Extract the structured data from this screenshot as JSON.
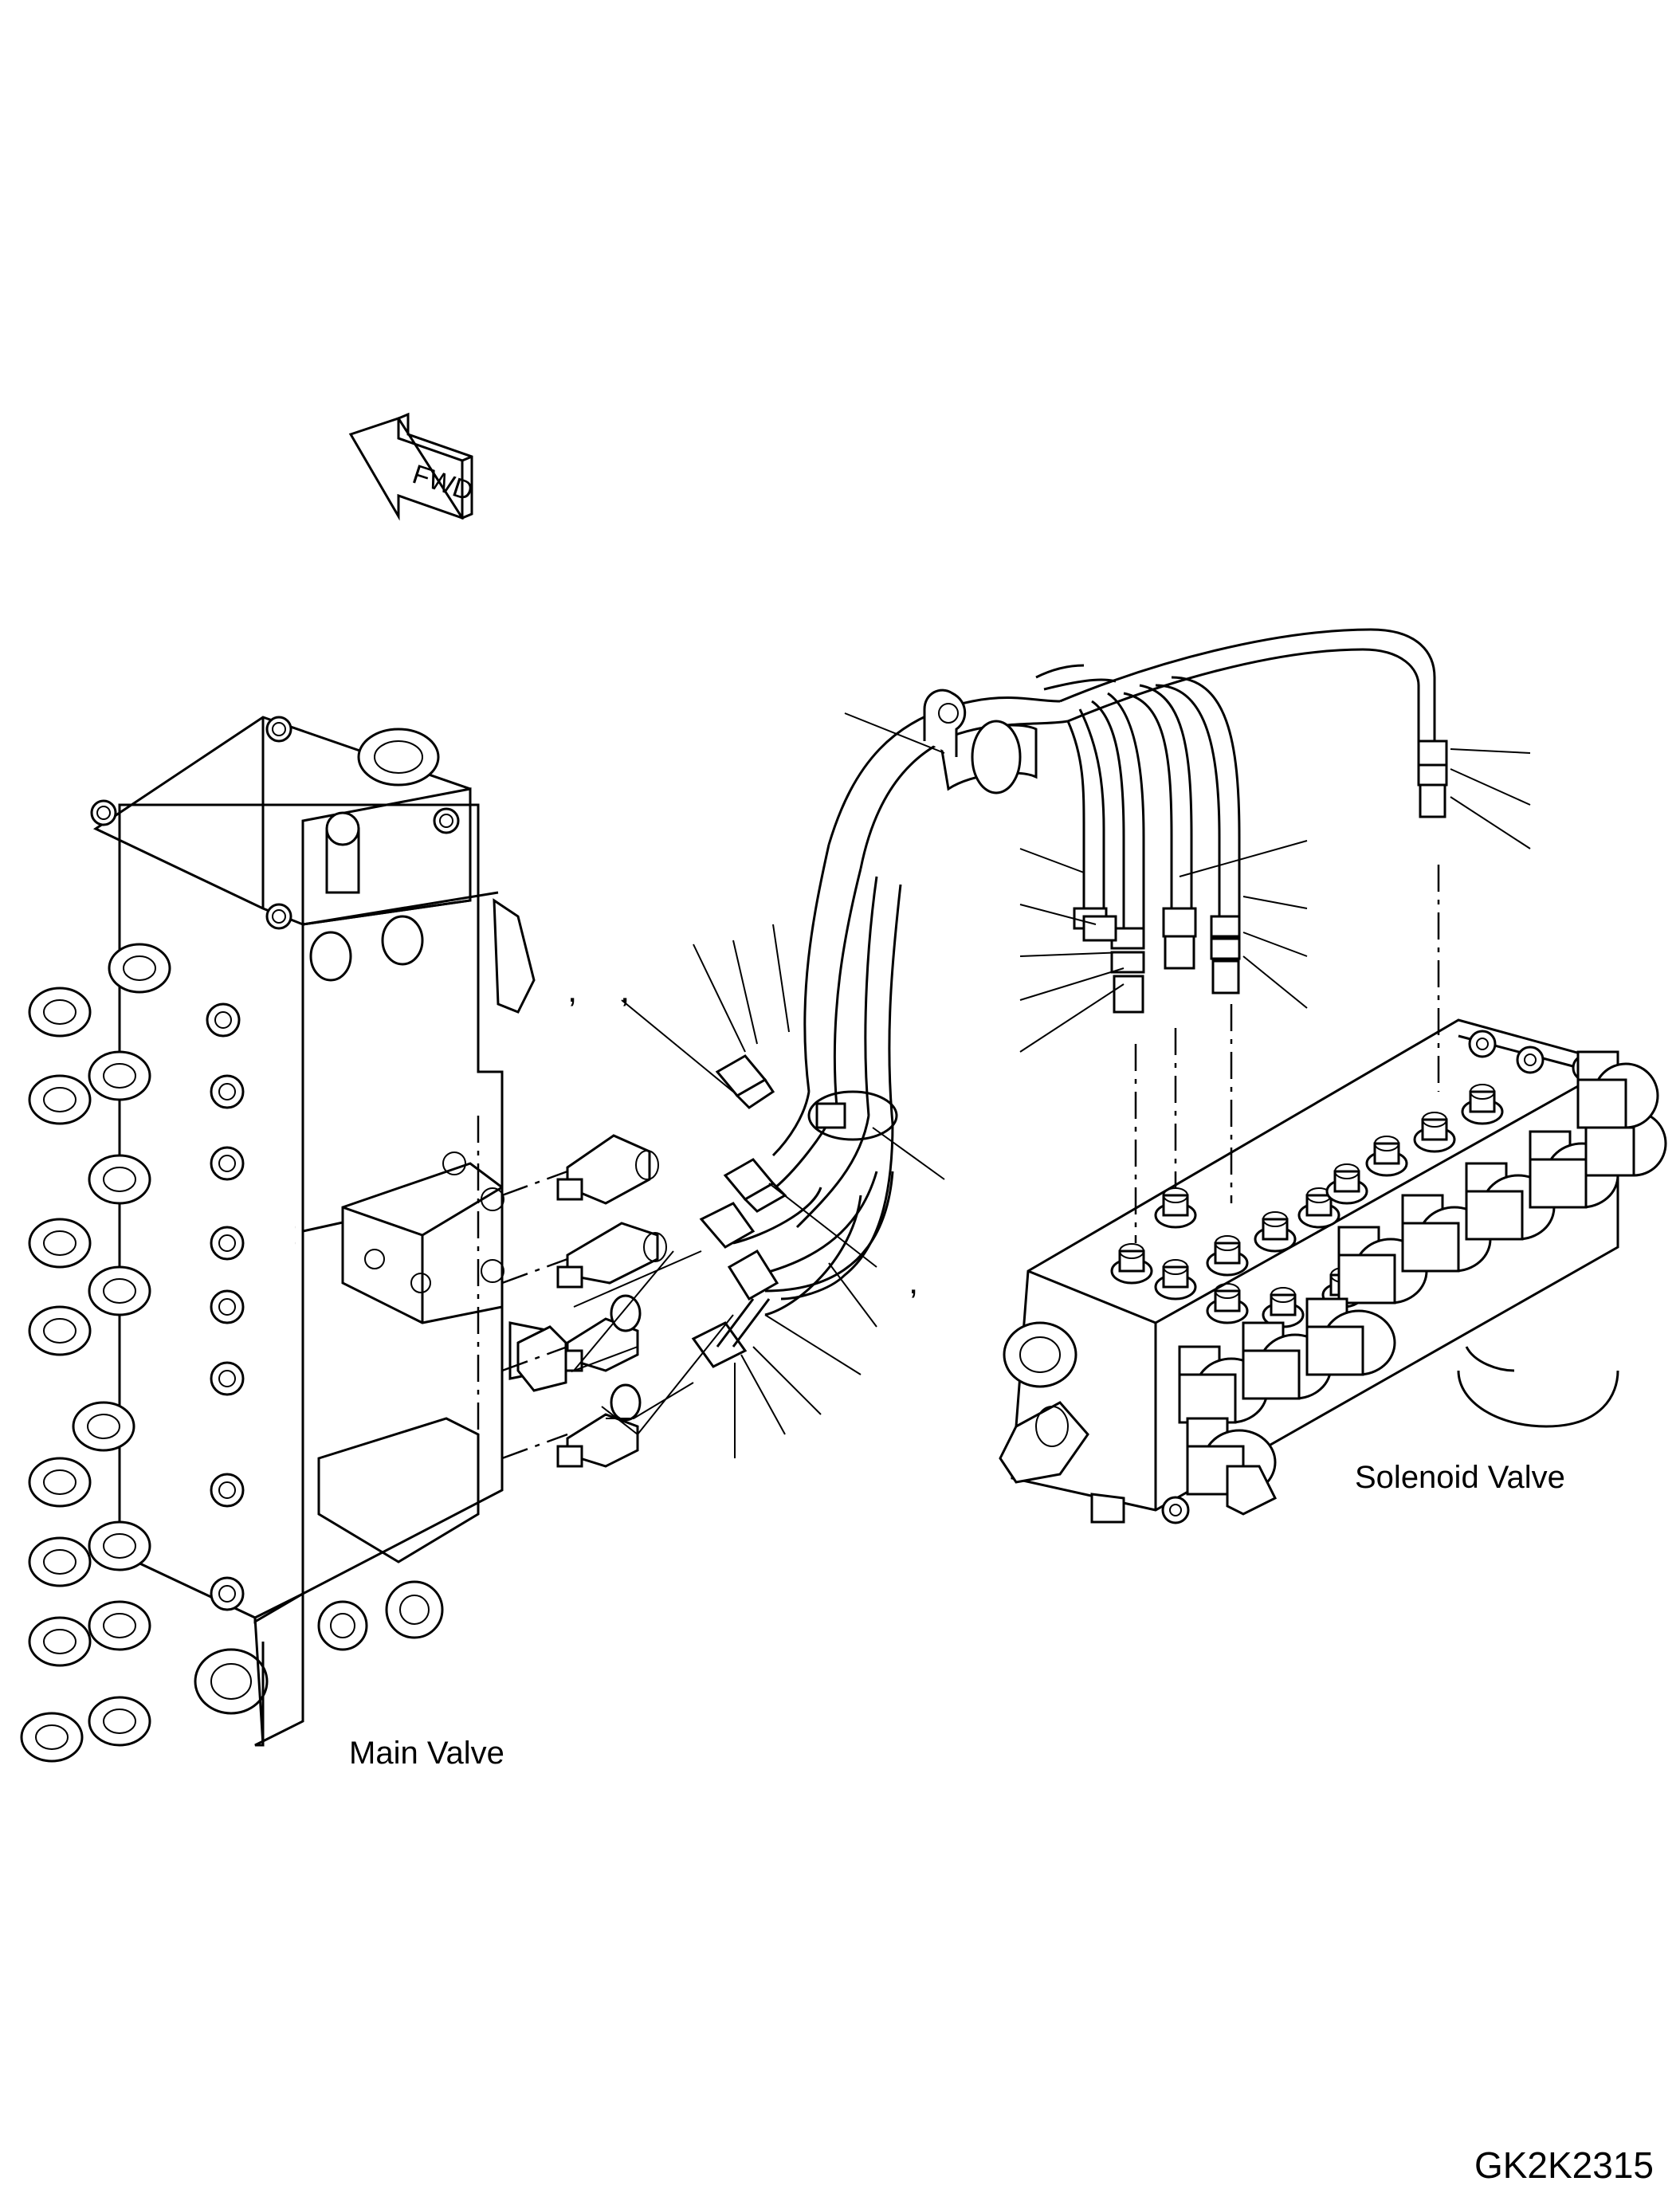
{
  "figure": {
    "direction_marker": "FWD",
    "drawing_code": "GK2K2315",
    "components": {
      "main_valve": "Main Valve",
      "solenoid_valve": "Solenoid Valve"
    },
    "separators": [
      ",",
      ",",
      ","
    ]
  },
  "colors": {
    "line": "#000000",
    "background": "#ffffff"
  }
}
